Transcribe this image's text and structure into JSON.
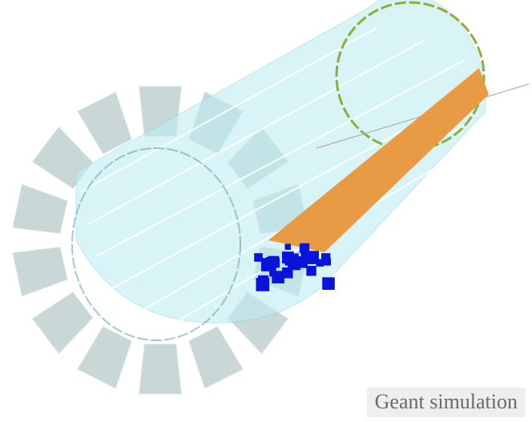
{
  "caption": {
    "text": "Geant simulation"
  },
  "colors": {
    "background": "#ffffff",
    "cylinder_fill": "#bfeef3",
    "cylinder_edge": "#8fd8e0",
    "end_cap_ring": "#8caf3c",
    "fin": "#9fb8b8",
    "shower_core": "#e89a44",
    "hits": "#0a14d8",
    "particle_track": "#b0b0b0",
    "rib_lines": "#ffffff",
    "caption_bg": "#ebebeb",
    "caption_text": "#6a6a6a"
  },
  "scene": {
    "cylinder_rib_count": 6,
    "fin_count": 14,
    "hit_count": 30
  }
}
